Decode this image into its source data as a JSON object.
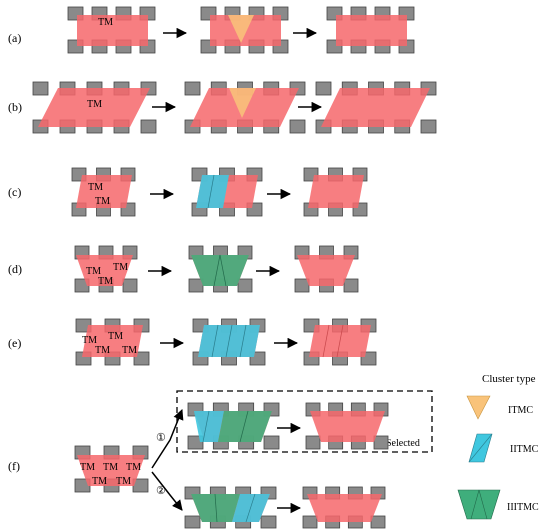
{
  "rows": [
    {
      "id": "a",
      "label": "(a)"
    },
    {
      "id": "b",
      "label": "(b)"
    },
    {
      "id": "c",
      "label": "(c)"
    },
    {
      "id": "d",
      "label": "(d)"
    },
    {
      "id": "e",
      "label": "(e)"
    },
    {
      "id": "f",
      "label": "(f)"
    }
  ],
  "tm_label": "TM",
  "routes": [
    {
      "id": "route-1",
      "marker": "①",
      "note": "Selected"
    },
    {
      "id": "route-2",
      "marker": "②"
    }
  ],
  "legend": {
    "title": "Cluster type",
    "items": [
      {
        "id": "itmc",
        "label": "ITMC",
        "color": "#f9c37a"
      },
      {
        "id": "iitmc",
        "label": "IITMC",
        "color": "#3fc7df"
      },
      {
        "id": "iiitmc",
        "label": "IIITMC",
        "color": "#3fae7c"
      }
    ]
  },
  "colors": {
    "tm_region": "#f6676b",
    "block": "#8a8a8a",
    "block_stroke": "#444444"
  }
}
